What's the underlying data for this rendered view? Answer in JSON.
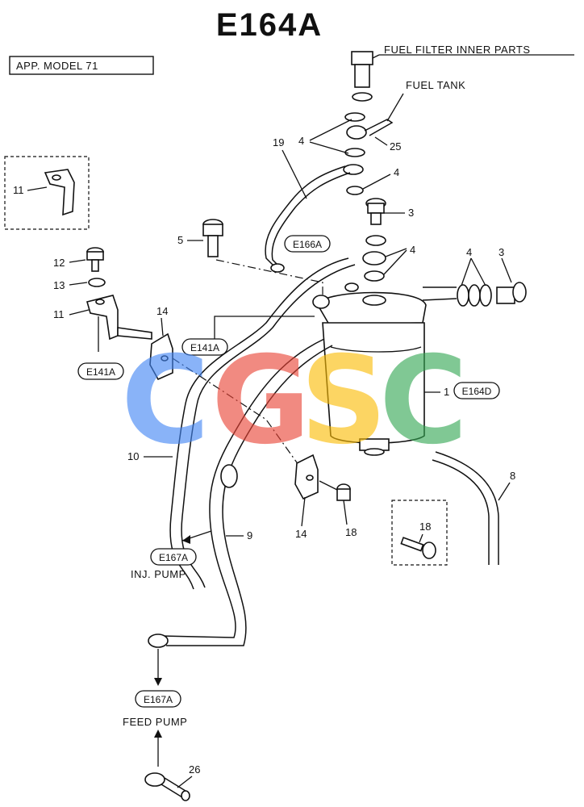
{
  "title": "E164A",
  "app_model": "APP. MODEL  71",
  "labels": {
    "fuel_filter_inner": "FUEL FILTER INNER PARTS",
    "fuel_tank": "FUEL TANK",
    "inj_pump": "INJ. PUMP",
    "feed_pump": "FEED PUMP"
  },
  "refs": {
    "e166a": "E166A",
    "e141a_right": "E141A",
    "e141a_left": "E141A",
    "e164d": "E164D",
    "e167a_inj": "E167A",
    "e167a_feed": "E167A"
  },
  "parts": {
    "p1": "1",
    "p3a": "3",
    "p3b": "3",
    "p4a": "4",
    "p4b": "4",
    "p4c": "4",
    "p4d": "4",
    "p5": "5",
    "p8": "8",
    "p9": "9",
    "p10": "10",
    "p11a": "11",
    "p11b": "11",
    "p12": "12",
    "p13": "13",
    "p14a": "14",
    "p14b": "14",
    "p18a": "18",
    "p18b": "18",
    "p19": "19",
    "p25": "25",
    "p26": "26"
  },
  "watermark": {
    "letters": [
      "C",
      "G",
      "S",
      "C"
    ],
    "colors": [
      "#4285F4",
      "#EA4335",
      "#FBBC05",
      "#34A853"
    ]
  }
}
